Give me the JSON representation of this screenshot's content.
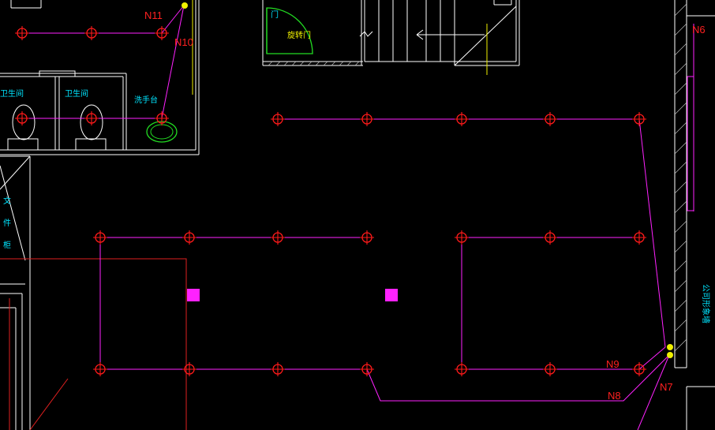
{
  "drawing": {
    "background": "#000000",
    "colors": {
      "wall": "#ffffff",
      "wire": "#ff22ff",
      "light": "#ff1a1a",
      "label": "#ff2020",
      "room_text": "#00e5ff",
      "yellow": "#f0f000",
      "green": "#22dd22",
      "zone": "#e02020",
      "square": "#ff22ff"
    }
  },
  "node_labels": {
    "n11": "N11",
    "n10": "N10",
    "n9": "N9",
    "n8": "N8",
    "n7": "N7",
    "n6": "N6"
  },
  "rooms": {
    "toilet_left": "卫生间",
    "toilet_right": "卫生间",
    "wash_basin": "洗手台",
    "file_room_1": "文",
    "file_room_2": "件",
    "file_room_3": "柜",
    "door_left": "门",
    "door_swing": "旋转门",
    "company_wall": "公司形象墙"
  }
}
